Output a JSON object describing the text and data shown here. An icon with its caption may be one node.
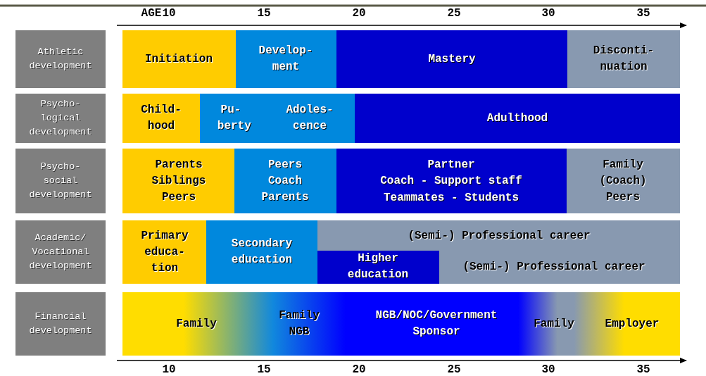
{
  "diagram": {
    "nodes": [
      {
        "text": [
          "Athletic development"
        ]
      },
      {
        "text": [
          "Initiation"
        ]
      },
      {
        "text": [
          "Develop- ment"
        ]
      },
      {
        "text": [
          "Mastery"
        ]
      },
      {
        "text": [
          "Disconti- nuation"
        ]
      },
      {
        "text": [
          "Psycho- logical development"
        ]
      },
      {
        "text": [
          "Child- hood"
        ]
      },
      {
        "text": [
          "Pu- berty",
          "Adoles- cence"
        ]
      },
      {
        "text": [
          "Adulthood"
        ]
      },
      {
        "text": [
          "Psycho- social development"
        ]
      },
      {
        "text": [
          "Parents",
          "Siblings",
          "Peers"
        ]
      },
      {
        "text": [
          "Peers",
          "Coach",
          "Parents"
        ]
      },
      {
        "text": [
          "Partner",
          "Coach - Support staff",
          "Teammates - Students"
        ]
      },
      {
        "text": [
          "Family",
          "(Coach)",
          "Peers"
        ]
      },
      {
        "text": [
          "Academic/ Vocational development"
        ]
      },
      {
        "text": [
          "Primary educa- tion"
        ]
      },
      {
        "text": [
          "Secondary education"
        ]
      },
      {
        "text": [
          "(Semi-) Professional career",
          "(Semi-) Professional career"
        ]
      },
      {
        "text": [
          "Higher education"
        ],
        "in": 17
      },
      {
        "text": [
          "Financial development"
        ]
      },
      {
        "text": [
          "Family",
          "Family NGB",
          "NGB/NOC/Government Sponsor",
          "Family",
          "Employer"
        ]
      }
    ],
    "edges": [],
    "labels": [
      "AGE",
      "10",
      "15",
      "20",
      "25",
      "30",
      "35",
      "10",
      "15",
      "20",
      "25",
      "30",
      "35"
    ]
  }
}
